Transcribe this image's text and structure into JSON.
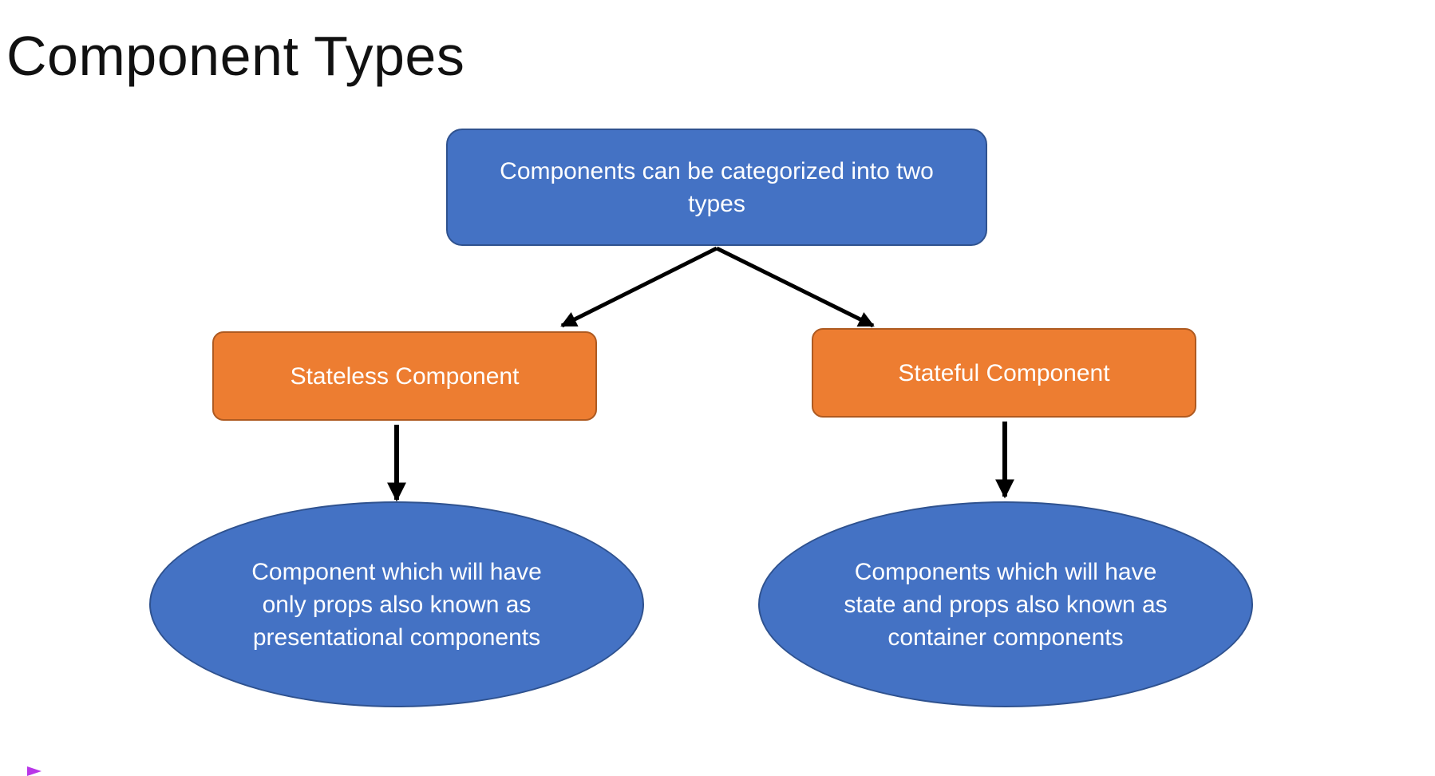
{
  "slide": {
    "title": "Component Types"
  },
  "diagram": {
    "root": {
      "text": "Components can be categorized into two types"
    },
    "types": [
      {
        "label": "Stateless Component",
        "description": "Component which will have only props also known as presentational components"
      },
      {
        "label": "Stateful Component",
        "description": "Components which will have state and props also known as container components"
      }
    ]
  },
  "colors": {
    "root_fill": "#4472c4",
    "type_fill": "#ed7d31",
    "description_fill": "#4472c4",
    "arrow": "#000000",
    "text": "#ffffff"
  }
}
